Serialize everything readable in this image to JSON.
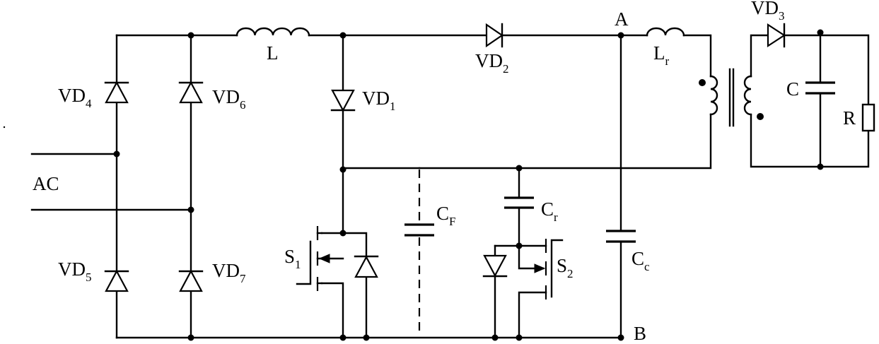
{
  "diagram": {
    "labels": {
      "ac": "AC",
      "vd4": {
        "main": "VD",
        "sub": "4"
      },
      "vd5": {
        "main": "VD",
        "sub": "5"
      },
      "vd6": {
        "main": "VD",
        "sub": "6"
      },
      "vd7": {
        "main": "VD",
        "sub": "7"
      },
      "vd1": {
        "main": "VD",
        "sub": "1"
      },
      "vd2": {
        "main": "VD",
        "sub": "2"
      },
      "vd3": {
        "main": "VD",
        "sub": "3"
      },
      "l": "L",
      "lr": {
        "main": "L",
        "sub": "r"
      },
      "cf": {
        "main": "C",
        "sub": "F"
      },
      "cr": {
        "main": "C",
        "sub": "r"
      },
      "cc": {
        "main": "C",
        "sub": "c"
      },
      "s1": {
        "main": "S",
        "sub": "1"
      },
      "s2": {
        "main": "S",
        "sub": "2"
      },
      "c": "C",
      "r": "R",
      "node_a": "A",
      "node_b": "B"
    }
  }
}
